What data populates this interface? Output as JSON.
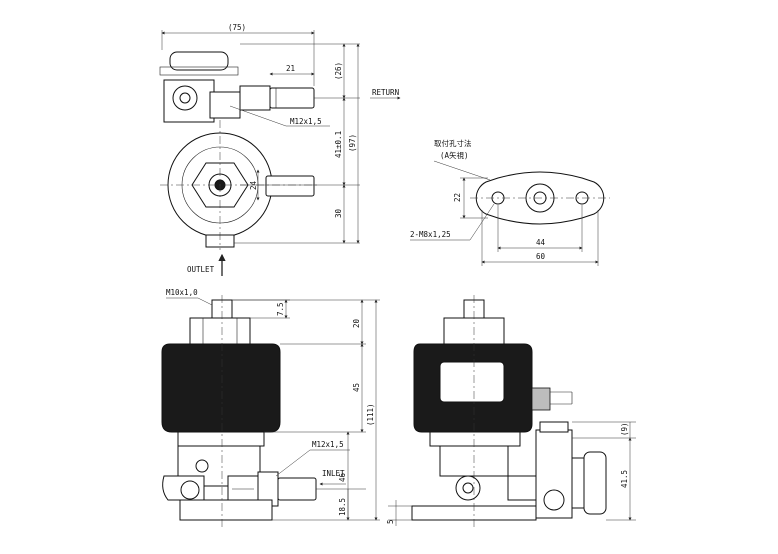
{
  "labels": {
    "return": "RETURN",
    "outlet": "OUTLET",
    "inlet": "INLET",
    "thread_m12_top": "M12x1,5",
    "thread_m12_bottom": "M12x1,5",
    "thread_m10": "M10x1,0",
    "thread_m8": "2-M8x1,25",
    "mount_title": "取付孔寸法",
    "mount_subtitle": "(A矢視)"
  },
  "dimensions": {
    "overall_width": "(75)",
    "d21": "21",
    "d26": "(26)",
    "d41": "41±0.1",
    "d97": "(97)",
    "d24": "24",
    "d30": "30",
    "d22": "22",
    "d44": "44",
    "d60": "60",
    "d7_5": "7.5",
    "d20": "20",
    "d45": "45",
    "d111": "(111)",
    "d46": "46",
    "d18_5": "18.5",
    "d5": "5",
    "d9": "(9)",
    "d41_5": "41.5"
  }
}
